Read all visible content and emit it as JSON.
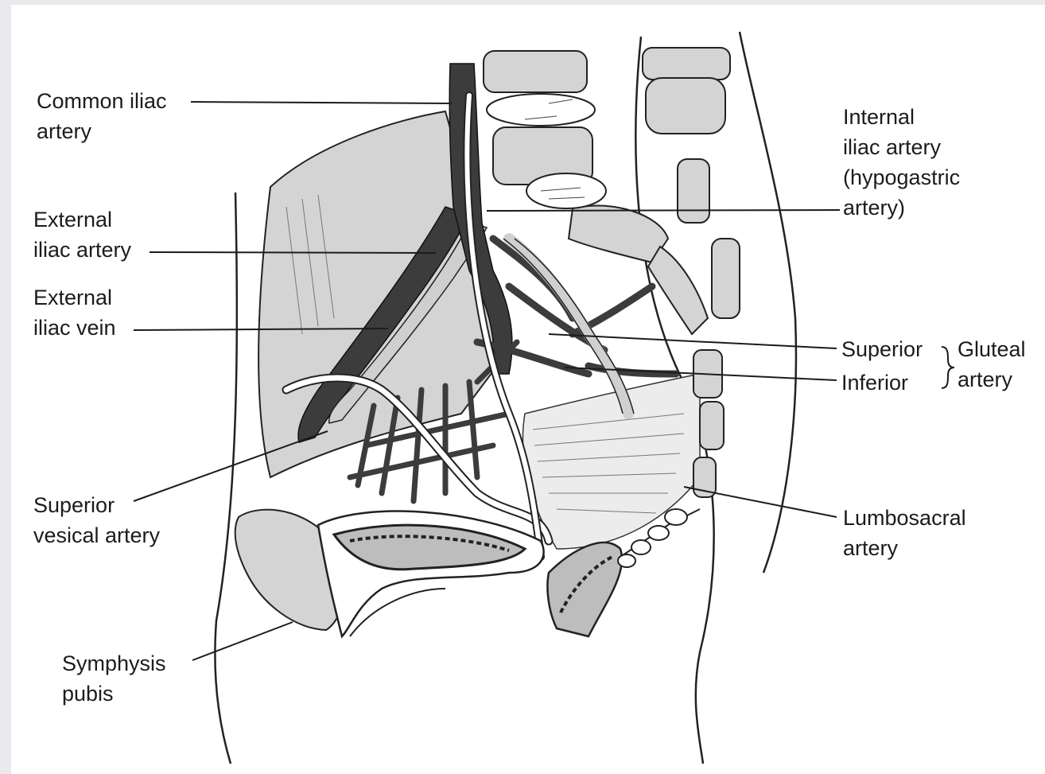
{
  "diagram": {
    "colors": {
      "background": "#e9eaee",
      "panel": "#ffffff",
      "tissue": "#d4d4d4",
      "vessel_dark": "#3c3c3c",
      "ink": "#1c1c1c"
    },
    "labels": {
      "common_iliac": [
        "Common iliac",
        "artery"
      ],
      "external_iliac_artery": [
        "External",
        "iliac artery"
      ],
      "external_iliac_vein": [
        "External",
        "iliac vein"
      ],
      "superior_vesical": [
        "Superior",
        "vesical artery"
      ],
      "symphysis_pubis": [
        "Symphysis",
        "pubis"
      ],
      "internal_iliac": [
        "Internal",
        "iliac artery",
        "(hypogastric",
        "artery)"
      ],
      "gluteal_superior": "Superior",
      "gluteal_inferior": "Inferior",
      "gluteal_group": [
        "Gluteal",
        "artery"
      ],
      "lumbosacral": [
        "Lumbosacral",
        "artery"
      ]
    }
  }
}
